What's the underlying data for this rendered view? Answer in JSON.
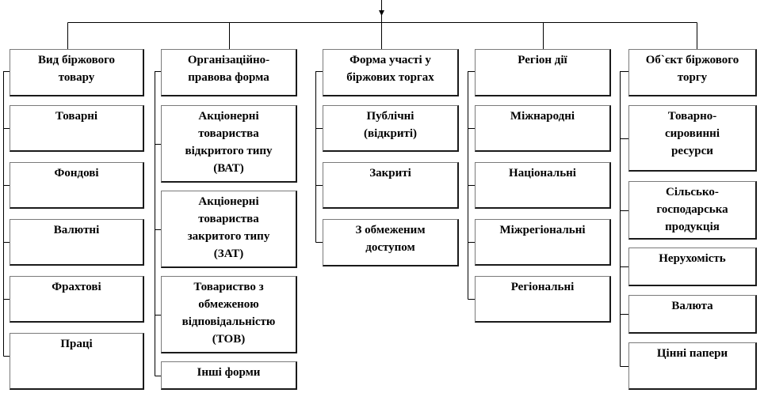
{
  "colors": {
    "line": "#000000",
    "box_border": "#1a1a1a",
    "background": "#ffffff"
  },
  "columns": [
    {
      "header": "Вид біржового\nтовару",
      "items": [
        "Товарні",
        "Фондові",
        "Валютні",
        "Фрахтові",
        "Праці"
      ]
    },
    {
      "header": "Організаційно-\nправова форма",
      "items": [
        "Акціонерні\nтовариства\nвідкритого типу\n(ВАТ)",
        "Акціонерні\nтовариства\nзакритого типу\n(ЗАТ)",
        "Товариство з\nобмеженою\nвідповідальністю\n(ТОВ)",
        "Інші форми"
      ]
    },
    {
      "header": "Форма участі у\nбіржових торгах",
      "items": [
        "Публічні\n(відкриті)",
        "Закриті",
        "З обмеженим\nдоступом"
      ]
    },
    {
      "header": "Регіон дії",
      "items": [
        "Міжнародні",
        "Національні",
        "Міжрегіональні",
        "Регіональні"
      ]
    },
    {
      "header": "Об`єкт біржового\nторгу",
      "items": [
        "Товарно-\nсировинні\nресурси",
        "Сільсько-\nгосподарська\nпродукція",
        "Нерухомість",
        "Валюта",
        "Цінні папери"
      ]
    }
  ]
}
